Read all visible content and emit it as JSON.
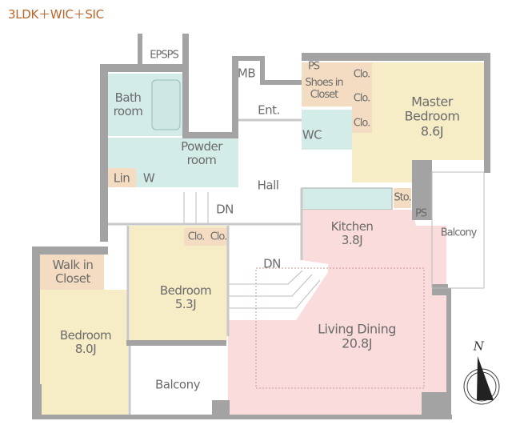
{
  "title": "3LDK＋WIC＋SIC",
  "colors": {
    "wall": "#a3a3a3",
    "wet": "#d3ece8",
    "storage": "#f4dcc2",
    "bedroom": "#f6ecc5",
    "living": "#f9dcdb"
  },
  "rooms": {
    "epsps": "EPSPS",
    "mb": "MB",
    "bath": "Bath\nroom",
    "entrance": "Ent.",
    "shoes_closet": "Shoes in\nCloset",
    "ps_top": "PS",
    "clo1": "Clo.",
    "clo2": "Clo.",
    "clo3": "Clo.",
    "wc": "WC",
    "master_bedroom": "Master\nBedroom\n8.6J",
    "powder_room": "Powder\nroom",
    "lin": "Lin",
    "w": "W",
    "hall": "Hall",
    "dn_hall": "DN",
    "kitchen": "Kitchen\n3.8J",
    "sto": "Sto.",
    "ps_right": "PS",
    "balcony_right": "Balcony",
    "walk_in_closet": "Walk in\nCloset",
    "bedroom_8": "Bedroom\n8.0J",
    "bedroom_5": "Bedroom\n5.3J",
    "clo4": "Clo.",
    "clo5": "Clo.",
    "dn_living": "DN",
    "living_dining": "Living Dining\n20.8J",
    "balcony_bottom": "Balcony"
  },
  "compass": "N"
}
